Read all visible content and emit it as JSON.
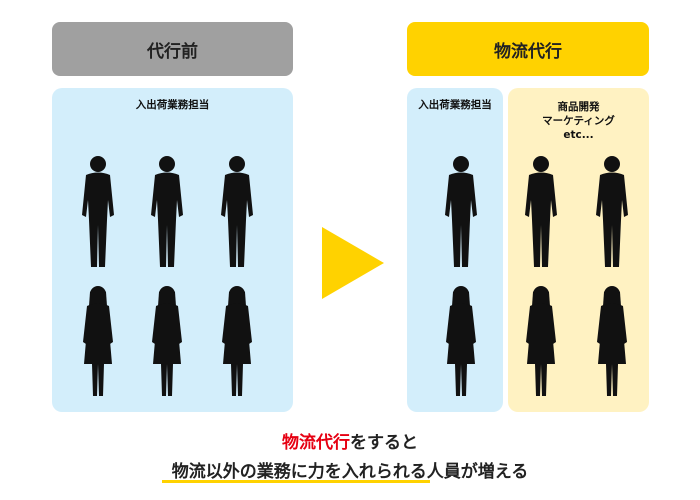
{
  "before": {
    "title": "代行前",
    "group_label": "入出荷業務担当",
    "header_color": "#a0a0a0"
  },
  "after": {
    "title": "物流代行",
    "group_label": "入出荷業務担当",
    "other_label_lines": [
      "商品開発",
      "マーケティング",
      "etc..."
    ],
    "header_color": "#ffd200"
  },
  "arrow_icon": "play-triangle",
  "message": {
    "line1_highlight": "物流代行",
    "line1_rest": "をすると",
    "line2": "物流以外の業務に力を入れられる人員が増える",
    "highlight_color": "#e60012"
  }
}
